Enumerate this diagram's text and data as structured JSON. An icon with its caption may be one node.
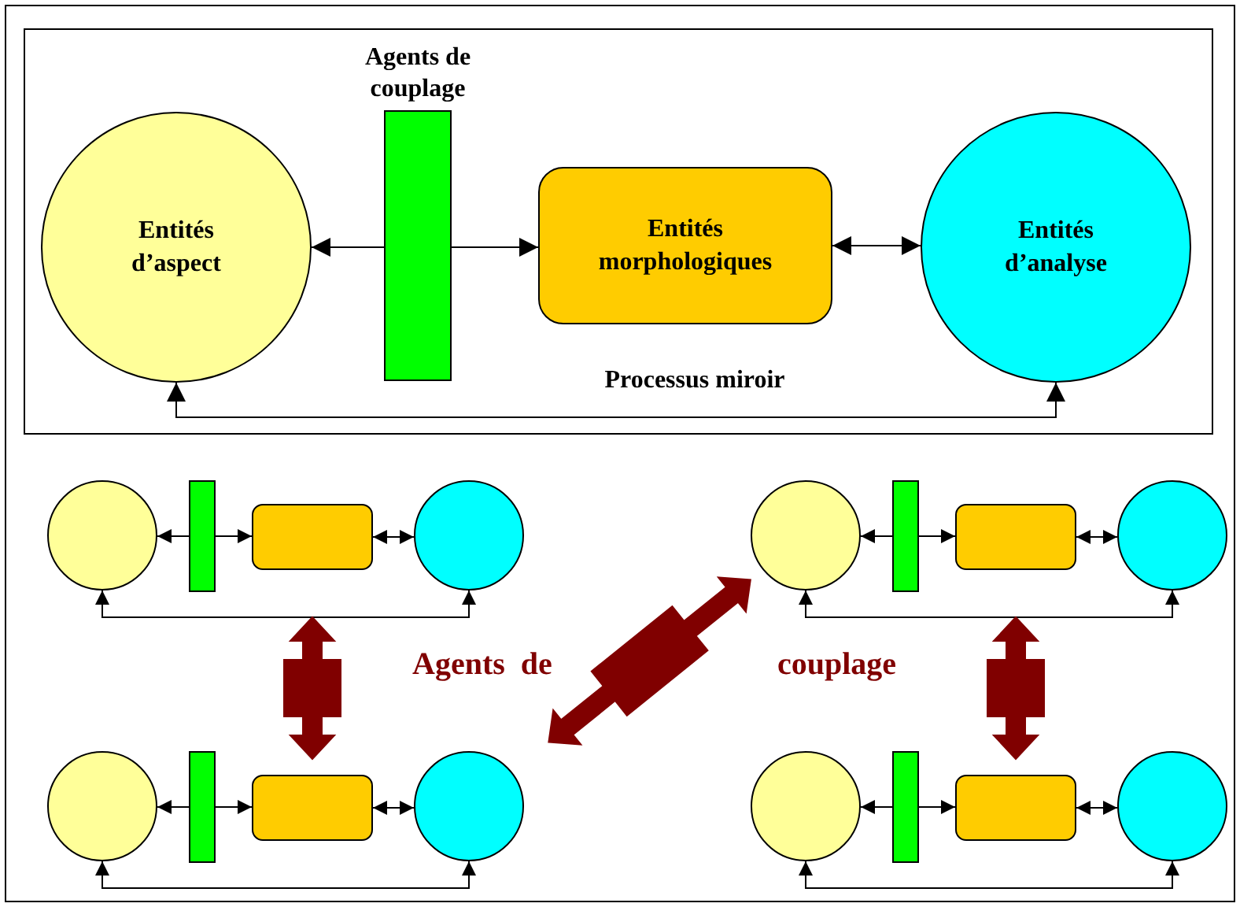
{
  "diagram": {
    "nodes": [
      {
        "text": [
          "Entités d’aspect"
        ]
      },
      {
        "text": [
          "Agents de couplage"
        ]
      },
      {
        "text": [
          "Entités morphologiques"
        ]
      },
      {
        "text": [
          "Entités d’analyse"
        ]
      },
      {
        "text": [],
        "shape": "circle"
      },
      {
        "text": [],
        "shape": "bar"
      },
      {
        "text": [],
        "shape": "box"
      },
      {
        "text": [],
        "shape": "circle"
      },
      {
        "text": [],
        "shape": "circle"
      },
      {
        "text": [],
        "shape": "bar"
      },
      {
        "text": [],
        "shape": "box"
      },
      {
        "text": [],
        "shape": "circle"
      },
      {
        "text": [],
        "shape": "circle"
      },
      {
        "text": [],
        "shape": "bar"
      },
      {
        "text": [],
        "shape": "box"
      },
      {
        "text": [],
        "shape": "circle"
      },
      {
        "text": [],
        "shape": "circle"
      },
      {
        "text": [],
        "shape": "bar"
      },
      {
        "text": [],
        "shape": "box"
      },
      {
        "text": [],
        "shape": "circle"
      }
    ],
    "edges": [
      {
        "from": 1,
        "to": 0,
        "arrow": "to"
      },
      {
        "from": 1,
        "to": 2,
        "arrow": "to"
      },
      {
        "from": 2,
        "to": 3,
        "arrow": "both"
      },
      {
        "from": 3,
        "to": 0,
        "arrow": "both",
        "label": "Processus miroir"
      },
      {
        "from": 5,
        "to": 4,
        "arrow": "to"
      },
      {
        "from": 5,
        "to": 6,
        "arrow": "to"
      },
      {
        "from": 6,
        "to": 7,
        "arrow": "both"
      },
      {
        "from": 7,
        "to": 4,
        "arrow": "both"
      },
      {
        "from": 9,
        "to": 8,
        "arrow": "to"
      },
      {
        "from": 9,
        "to": 10,
        "arrow": "to"
      },
      {
        "from": 10,
        "to": 11,
        "arrow": "both"
      },
      {
        "from": 11,
        "to": 8,
        "arrow": "both"
      },
      {
        "from": 13,
        "to": 12,
        "arrow": "to"
      },
      {
        "from": 13,
        "to": 14,
        "arrow": "to"
      },
      {
        "from": 14,
        "to": 15,
        "arrow": "both"
      },
      {
        "from": 15,
        "to": 12,
        "arrow": "both"
      },
      {
        "from": 17,
        "to": 16,
        "arrow": "to"
      },
      {
        "from": 17,
        "to": 18,
        "arrow": "to"
      },
      {
        "from": 18,
        "to": 19,
        "arrow": "both"
      },
      {
        "from": 19,
        "to": 16,
        "arrow": "both"
      },
      {
        "from": 6,
        "to": 14,
        "arrow": "both",
        "style": "thick",
        "color": "#800000"
      },
      {
        "from": 15,
        "to": 8,
        "arrow": "both",
        "style": "thick",
        "color": "#800000"
      },
      {
        "from": 10,
        "to": 18,
        "arrow": "both",
        "style": "thick",
        "color": "#800000"
      }
    ],
    "labels": [
      "Agents de",
      "couplage"
    ]
  }
}
